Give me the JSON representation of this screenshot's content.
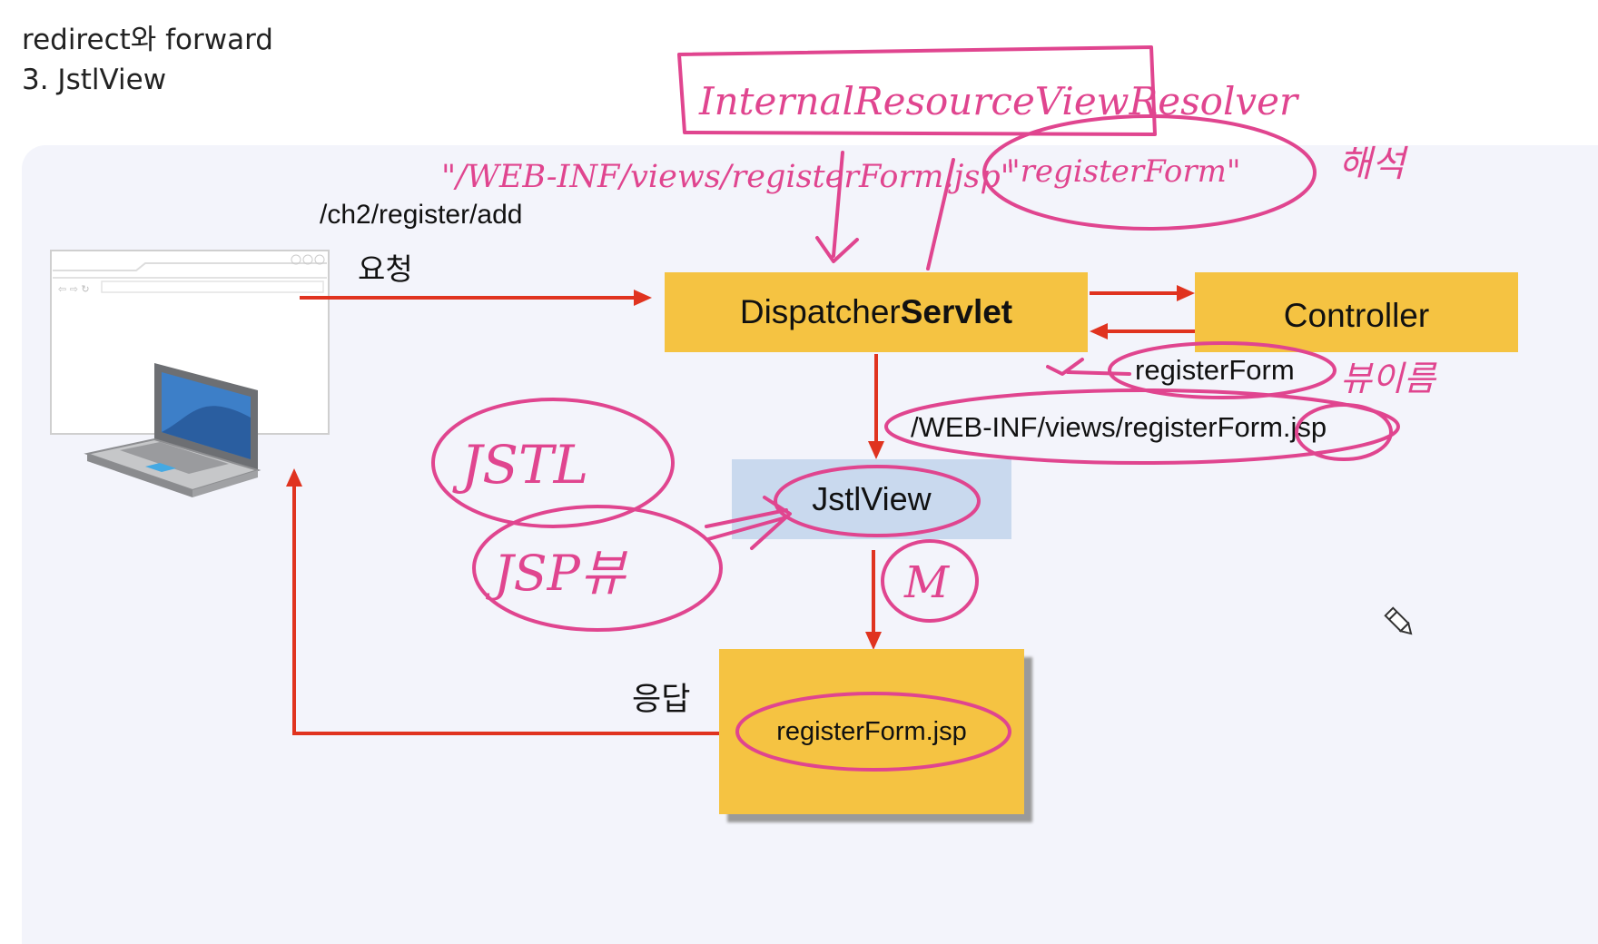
{
  "header": {
    "line1": "redirect와 forward",
    "line2": "3. JstlView"
  },
  "diagram": {
    "request_url": "/ch2/register/add",
    "request_label": "요청",
    "dispatcher_prefix": "Dispatcher",
    "dispatcher_bold": "Servlet",
    "controller": "Controller",
    "view_name": "registerForm",
    "view_path": "/WEB-INF/views/registerForm.jsp",
    "view": "JstlView",
    "page": "registerForm.jsp",
    "response_label": "응답"
  },
  "annotations": {
    "resolver": "InternalResourceViewResolver",
    "resolved_path": "\"/WEB-INF/views/registerForm.jsp\"",
    "view_name_quoted": "\"registerForm\"",
    "resolve_word": "해석",
    "view_name_word": "뷰이름",
    "jstl": "JSTL",
    "jsp_view": "JSP뷰",
    "model": "M"
  },
  "colors": {
    "box_yellow": "#f5c342",
    "view_blue": "#c9d9ee",
    "arrow_red": "#e0331f",
    "ink_pink": "#e0458f",
    "stage_bg": "#f3f4fb"
  },
  "icons": [
    "browser-window-icon",
    "laptop-icon",
    "pencil-cursor-icon"
  ]
}
